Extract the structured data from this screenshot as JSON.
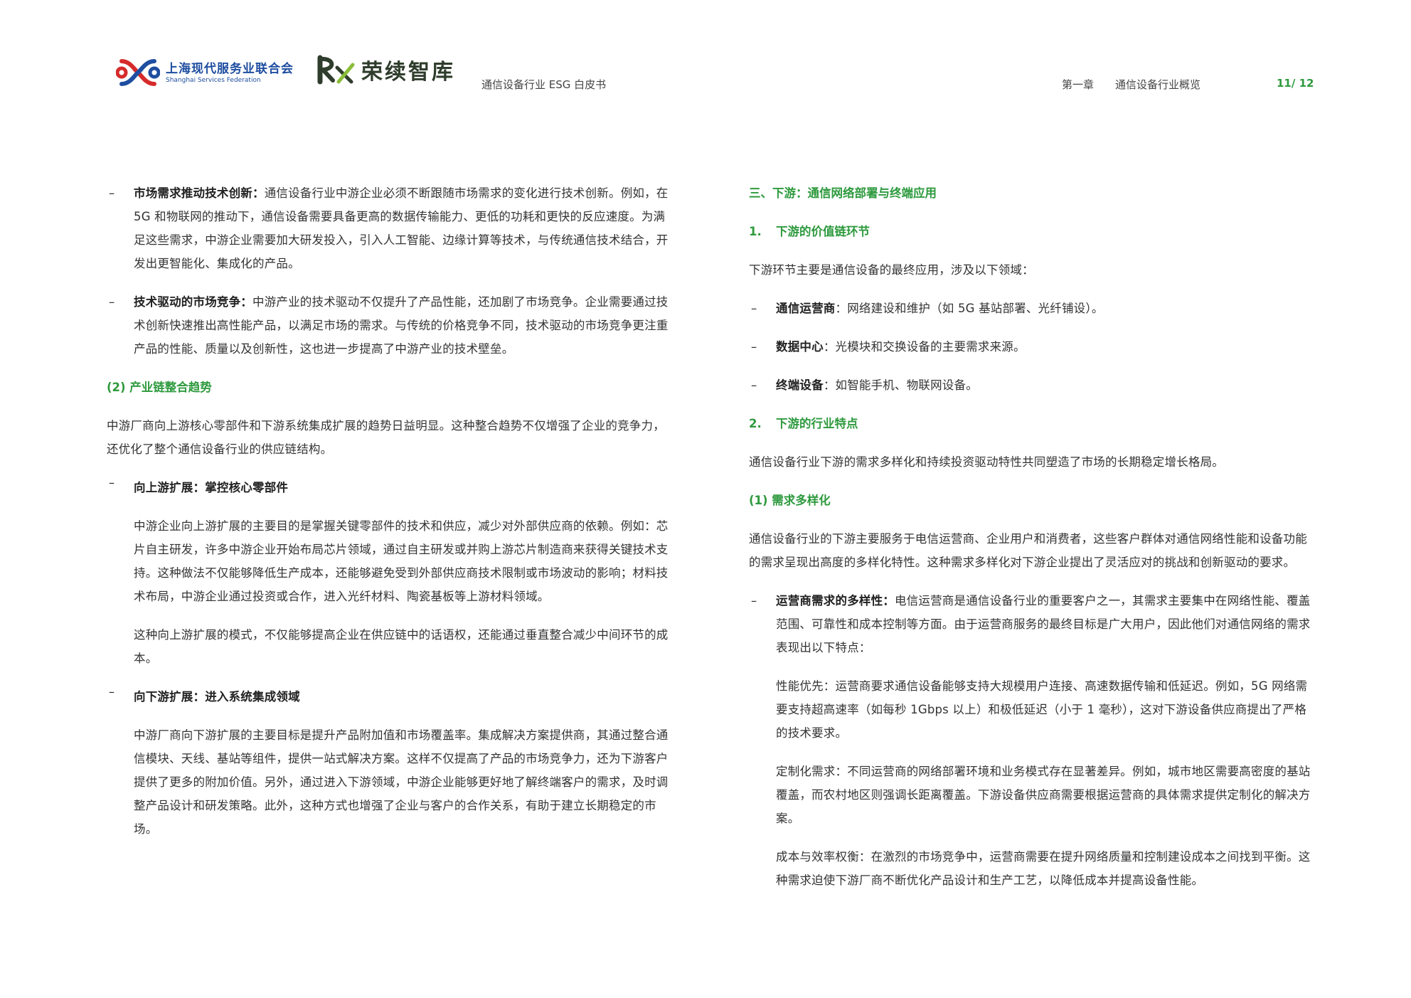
{
  "header": {
    "logo1_cn": "上海现代服务业联合会",
    "logo1_en": "Shanghai Services Federation",
    "logo2_text": "荣续智库",
    "doc_title": "通信设备行业 ESG 白皮书",
    "chapter": "第一章",
    "chapter_title": "通信设备行业概览",
    "page": "11/ 12",
    "colors": {
      "green": "#2e9a3e",
      "blue": "#1f4ea0",
      "red": "#d62b2b"
    }
  },
  "left": {
    "b1_title": "市场需求推动技术创新：",
    "b1_text": "通信设备行业中游企业必须不断跟随市场需求的变化进行技术创新。例如，在 5G 和物联网的推动下，通信设备需要具备更高的数据传输能力、更低的功耗和更快的反应速度。为满足这些需求，中游企业需要加大研发投入，引入人工智能、边缘计算等技术，与传统通信技术结合，开发出更智能化、集成化的产品。",
    "b2_title": "技术驱动的市场竞争：",
    "b2_text": "中游产业的技术驱动不仅提升了产品性能，还加剧了市场竞争。企业需要通过技术创新快速推出高性能产品，以满足市场的需求。与传统的价格竞争不同，技术驱动的市场竞争更注重产品的性能、质量以及创新性，这也进一步提高了中游产业的技术壁垒。",
    "h_chain": "(2) 产业链整合趋势",
    "p_chain": "中游厂商向上游核心零部件和下游系统集成扩展的趋势日益明显。这种整合趋势不仅增强了企业的竞争力，还优化了整个通信设备行业的供应链结构。",
    "b3_title": "向上游扩展：掌控核心零部件",
    "p_up1": "中游企业向上游扩展的主要目的是掌握关键零部件的技术和供应，减少对外部供应商的依赖。例如：芯片自主研发，许多中游企业开始布局芯片领域，通过自主研发或并购上游芯片制造商来获得关键技术支持。这种做法不仅能够降低生产成本，还能够避免受到外部供应商技术限制或市场波动的影响；材料技术布局，中游企业通过投资或合作，进入光纤材料、陶瓷基板等上游材料领域。",
    "p_up2": "这种向上游扩展的模式，不仅能够提高企业在供应链中的话语权，还能通过垂直整合减少中间环节的成本。",
    "b4_title": "向下游扩展：进入系统集成领域",
    "p_down": "中游厂商向下游扩展的主要目标是提升产品附加值和市场覆盖率。集成解决方案提供商，其通过整合通信模块、天线、基站等组件，提供一站式解决方案。这样不仅提高了产品的市场竞争力，还为下游客户提供了更多的附加价值。另外，通过进入下游领域，中游企业能够更好地了解终端客户的需求，及时调整产品设计和研发策略。此外，这种方式也增强了企业与客户的合作关系，有助于建立长期稳定的市场。"
  },
  "right": {
    "h_main": "三、下游：通信网络部署与终端应用",
    "h1_num": "1.",
    "h1_text": "下游的价值链环节",
    "p_intro": "下游环节主要是通信设备的最终应用，涉及以下领域：",
    "b1_title": "通信运营商",
    "b1_text": "：网络建设和维护（如 5G 基站部署、光纤铺设）。",
    "b2_title": "数据中心",
    "b2_text": "：光模块和交换设备的主要需求来源。",
    "b3_title": "终端设备",
    "b3_text": "：如智能手机、物联网设备。",
    "h2_num": "2.",
    "h2_text": "下游的行业特点",
    "p_feat": "通信设备行业下游的需求多样化和持续投资驱动特性共同塑造了市场的长期稳定增长格局。",
    "h_div": "(1) 需求多样化",
    "p_div": "通信设备行业的下游主要服务于电信运营商、企业用户和消费者，这些客户群体对通信网络性能和设备功能的需求呈现出高度的多样化特性。这种需求多样化对下游企业提出了灵活应对的挑战和创新驱动的要求。",
    "b4_title": "运营商需求的多样性：",
    "b4_text": "电信运营商是通信设备行业的重要客户之一，其需求主要集中在网络性能、覆盖范围、可靠性和成本控制等方面。由于运营商服务的最终目标是广大用户，因此他们对通信网络的需求表现出以下特点：",
    "p_perf": "性能优先：运营商要求通信设备能够支持大规模用户连接、高速数据传输和低延迟。例如，5G 网络需要支持超高速率（如每秒 1Gbps 以上）和极低延迟（小于 1 毫秒），这对下游设备供应商提出了严格的技术要求。",
    "p_custom": "定制化需求：不同运营商的网络部署环境和业务模式存在显著差异。例如，城市地区需要高密度的基站覆盖，而农村地区则强调长距离覆盖。下游设备供应商需要根据运营商的具体需求提供定制化的解决方案。",
    "p_cost": "成本与效率权衡：在激烈的市场竞争中，运营商需要在提升网络质量和控制建设成本之间找到平衡。这种需求迫使下游厂商不断优化产品设计和生产工艺，以降低成本并提高设备性能。"
  }
}
